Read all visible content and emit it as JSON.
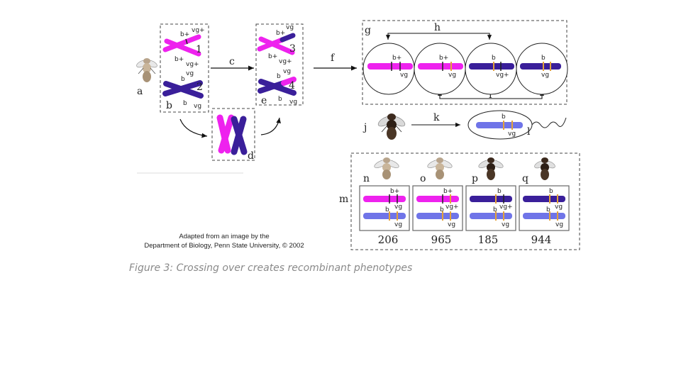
{
  "labels": {
    "a": "a",
    "b": "b",
    "c": "c",
    "d": "d",
    "e": "e",
    "f": "f",
    "g": "g",
    "h": "h",
    "i": "i",
    "j": "j",
    "k": "k",
    "l": "l",
    "m": "m",
    "n": "n",
    "o": "o",
    "p": "p",
    "q": "q",
    "one": "1",
    "two": "2",
    "three": "3",
    "four": "4"
  },
  "genes": {
    "b_plus": "b+",
    "vg_plus": "vg+",
    "b": "b",
    "vg": "vg"
  },
  "counts": [
    "206",
    "965",
    "185",
    "944"
  ],
  "credit": {
    "line1": "Adapted from an image by the",
    "line2": "Department of Biology, Penn State University, © 2002"
  },
  "caption": "Figure 3: Crossing over creates recombinant phenotypes",
  "colors": {
    "magenta": "#ee22ee",
    "dark_blue": "#3a1f9a",
    "light_blue": "#6f74e8",
    "marker_orange": "#e3a23a"
  }
}
